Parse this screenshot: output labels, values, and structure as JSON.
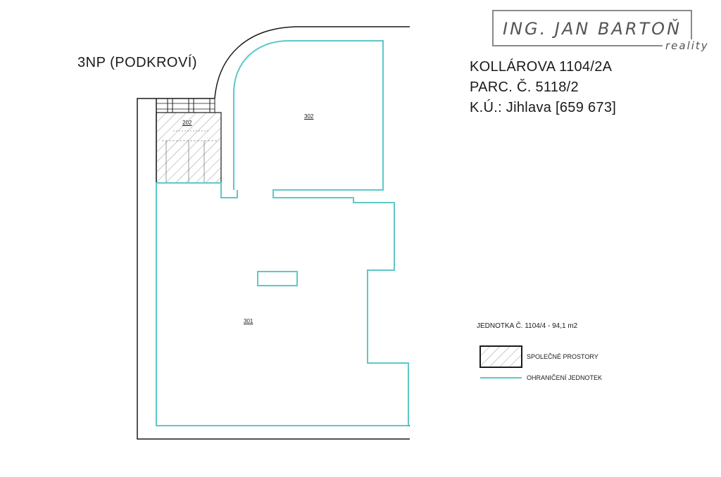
{
  "logo": {
    "name": "ING. JAN BARTOŇ",
    "tagline": "reality"
  },
  "floor_title": "3NP (PODKROVÍ)",
  "address": {
    "street": "KOLLÁROVA 1104/2A",
    "parcel": "PARC. Č. 5118/2",
    "cadastre": "K.Ú.: Jihlava [659 673]"
  },
  "rooms": {
    "r301": "301",
    "r302": "302",
    "r202": "202"
  },
  "unit_info": "JEDNOTKA Č. 1104/4 - 94,1 m2",
  "legend": {
    "shared": "SPOLEČNÉ PROSTORY",
    "boundary": "OHRANIČENÍ JEDNOTEK"
  },
  "colors": {
    "boundary": "#5ec8c8",
    "wall": "#1a1a1a",
    "hatch": "#9a9a9a"
  }
}
